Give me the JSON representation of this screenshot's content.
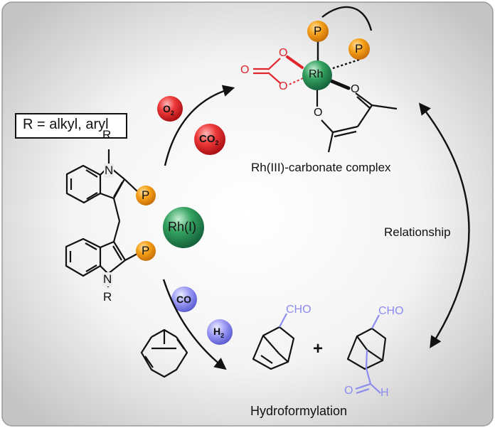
{
  "substituent_box": "R = alkyl, aryl",
  "ligand": {
    "r_top": "R",
    "n_top": "N",
    "p_top": "P",
    "r_bottom": "R",
    "n_bottom": "N",
    "p_bottom": "P"
  },
  "reagents": {
    "o2": {
      "main": "O",
      "sub": "2"
    },
    "co2": {
      "main": "CO",
      "sub": "2"
    },
    "rh1": "Rh(I)",
    "co": "CO",
    "h2": {
      "main": "H",
      "sub": "2"
    }
  },
  "complex": {
    "metal": "Rh",
    "p1": "P",
    "p2": "P",
    "o_labels": [
      "O",
      "O",
      "O",
      "O",
      "O"
    ],
    "caption": "Rh(III)-carbonate complex"
  },
  "relationship_label": "Relationship",
  "products": {
    "cho1": "CHO",
    "plus": "+",
    "cho2": "CHO",
    "o_ald": "O",
    "h_ald": "H",
    "caption": "Hydroformylation"
  },
  "colors": {
    "red": "#e0262b",
    "purple": "#8c8cf0",
    "orange": "#f7a21b",
    "green": "#2f9a5a"
  }
}
